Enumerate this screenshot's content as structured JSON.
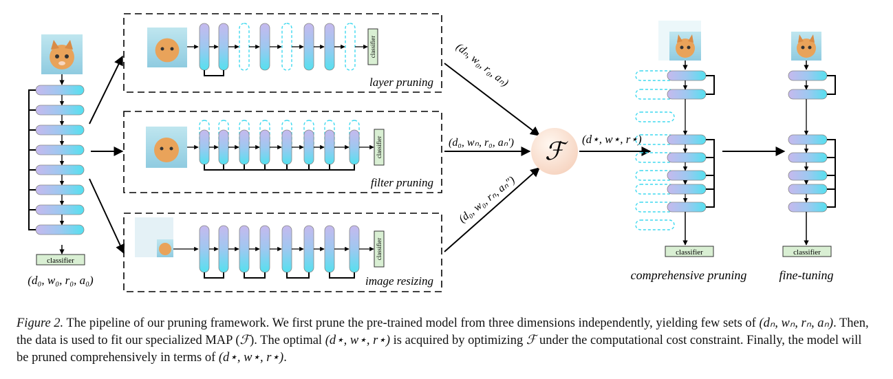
{
  "figure": {
    "panels": {
      "layer": "layer pruning",
      "filter": "filter pruning",
      "image": "image resizing"
    },
    "classifier_label": "classifier",
    "input_tuple": "(d₀, w₀, r₀, a₀)",
    "edges": {
      "layer": "(dₙ, w₀, r₀, aₙ)",
      "filter": "(d₀, wₙ, r₀, aₙ′)",
      "image": "(d₀, w₀, rₙ, aₙ″)"
    },
    "map_symbol": "ℱ",
    "optimal_tuple": "(d⋆, w⋆, r⋆)",
    "stages": {
      "comprehensive": "comprehensive pruning",
      "finetune": "fine-tuning"
    },
    "colors": {
      "block_top": "#b9b6ee",
      "block_bottom": "#5fdcef",
      "dashed_block": "#3fd9ef",
      "classifier_fill": "#d9efd3",
      "map_fill": "#fde9dc"
    }
  },
  "caption": {
    "label": "Figure 2.",
    "s1": " The pipeline of our pruning framework. We first prune the pre-trained model from three dimensions independently, yielding few sets of ",
    "t1": "(dₙ, wₙ, rₙ, aₙ)",
    "s2": ". Then, the data is used to fit our specialized MAP (",
    "t2": "ℱ",
    "s3": "). The optimal ",
    "t3": "(d⋆, w⋆, r⋆)",
    "s4": " is acquired by optimizing ",
    "t4": "ℱ",
    "s5": " under the computational cost constraint. Finally, the model will be pruned comprehensively in terms of ",
    "t5": "(d⋆, w⋆, r⋆)",
    "s6": "."
  }
}
